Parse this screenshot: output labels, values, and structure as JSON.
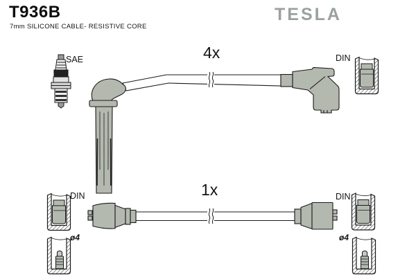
{
  "header": {
    "part_number": "T936B",
    "subtitle": "7mm SILICONE CABLE- RESISTIVE CORE",
    "brand": "TESLA"
  },
  "diagram": {
    "top_assembly": {
      "quantity": "4x",
      "plug_end_standard": "SAE",
      "terminal_end_standard": "DIN"
    },
    "bottom_assembly": {
      "quantity": "1x",
      "left_end_standard": "DIN",
      "left_end_diameter": "ø4",
      "right_end_standard": "DIN",
      "right_end_diameter": "ø4"
    },
    "icons": [
      "spark-plug-icon",
      "din-terminal-cross-section-icon",
      "o4-terminal-cross-section-icon",
      "cable-break-icon"
    ],
    "colors": {
      "connector_gray": "#b4b9b0",
      "brand_gray": "#9ba19d",
      "outline": "#1a1a1a",
      "background": "#ffffff"
    }
  }
}
